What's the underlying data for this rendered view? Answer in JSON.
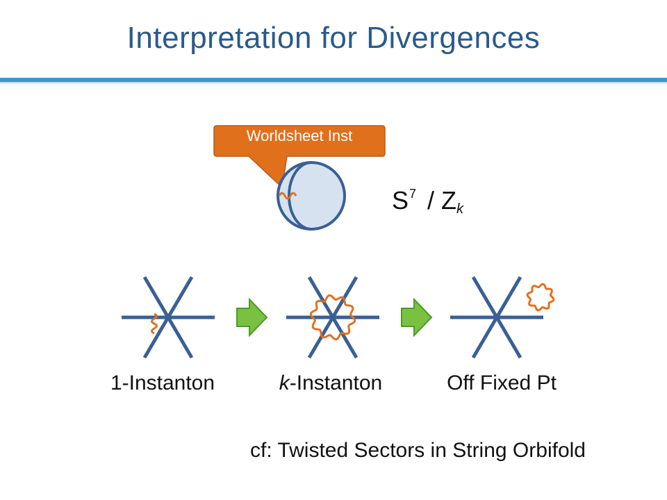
{
  "slide": {
    "title": "Interpretation for Divergences",
    "callout": "Worldsheet Inst",
    "space_label": {
      "base": "S",
      "power": "7",
      "sep": " / ",
      "group": "Z",
      "index": "k"
    },
    "stages": [
      {
        "label_prefix": "1",
        "label_suffix": "-Instanton"
      },
      {
        "label_prefix": "k",
        "label_suffix": "-Instanton"
      },
      {
        "label_prefix": "Off Fixed Pt",
        "label_suffix": ""
      }
    ],
    "note": "cf: Twisted Sectors in String Orbifold"
  },
  "colors": {
    "title": "#2a5a8a",
    "rule": "#3e97c4",
    "line_blue": "#3a5f96",
    "sphere_fill": "#d6e2f0",
    "instanton_orange": "#e07020",
    "callout_fill": "#e0701c",
    "arrow_fill": "#7ac142",
    "arrow_stroke": "#4e9a2a"
  }
}
